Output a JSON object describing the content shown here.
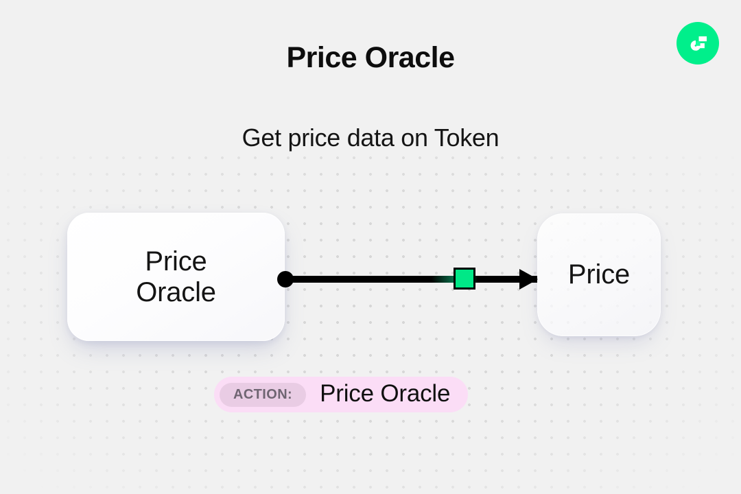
{
  "header": {
    "title": "Price Oracle",
    "subtitle": "Get price data on Token"
  },
  "brand": {
    "logo_name": "flow-logo-icon",
    "color": "#00ef8b"
  },
  "diagram": {
    "type": "flow",
    "source_node": {
      "label": "Price\nOracle",
      "label_line1": "Price",
      "label_line2": "Oracle"
    },
    "target_node": {
      "label": "Price"
    },
    "edge": {
      "from": "Price Oracle",
      "to": "Price",
      "token_color": "#00e887",
      "connector_color": "#000000",
      "direction": "right"
    }
  },
  "action_badge": {
    "chip_label": "ACTION:",
    "value": "Price Oracle",
    "background_color": "#fbddf6",
    "chip_background_color": "#e9cce4"
  }
}
